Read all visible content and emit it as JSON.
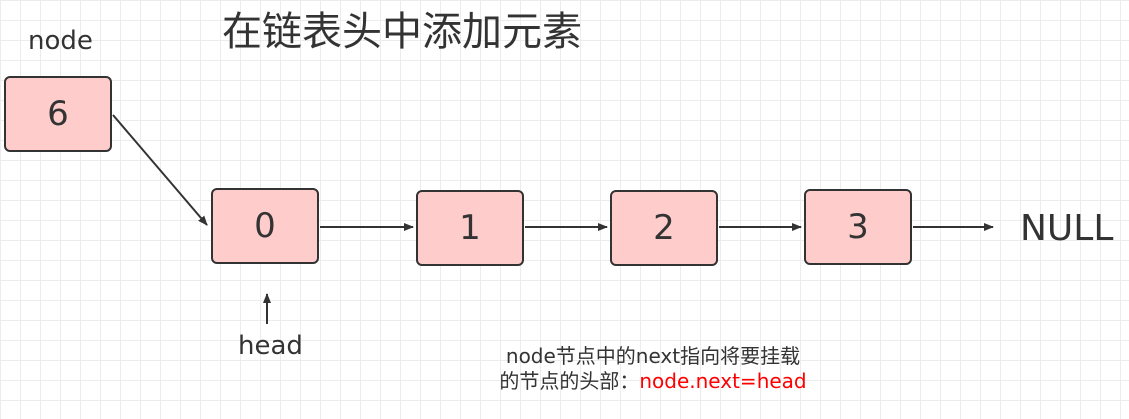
{
  "title": "在链表头中添加元素",
  "labels": {
    "node": "node",
    "head": "head",
    "null": "NULL"
  },
  "nodes": {
    "new_node": "6",
    "list": [
      "0",
      "1",
      "2",
      "3"
    ]
  },
  "note": {
    "line1": "node节点中的next指向将要挂载",
    "line2_prefix": "的节点的头部：",
    "line2_code": "node.next=head"
  },
  "colors": {
    "box_fill": "#ffcccc",
    "stroke": "#333333",
    "highlight": "#ff0000"
  }
}
